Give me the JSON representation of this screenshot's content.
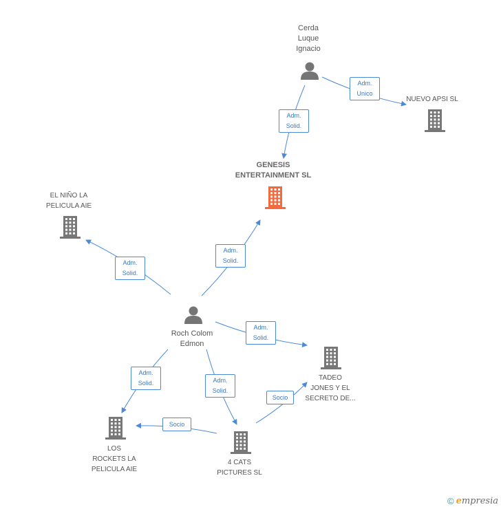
{
  "colors": {
    "edge": "#4a8ad6",
    "person": "#757575",
    "company": "#777777",
    "focus_company": "#f26a3d"
  },
  "nodes": [
    {
      "id": "cerda",
      "type": "person",
      "label": "Cerda\nLuque\nIgnacio"
    },
    {
      "id": "nuevo",
      "type": "company",
      "label": "NUEVO APSI SL"
    },
    {
      "id": "genesis",
      "type": "focus_company",
      "label": "GENESIS\nENTERTAINMENT SL"
    },
    {
      "id": "nino",
      "type": "company",
      "label": "EL NIÑO LA\nPELICULA AIE"
    },
    {
      "id": "roch",
      "type": "person",
      "label": "Roch Colom\nEdmon"
    },
    {
      "id": "tadeo",
      "type": "company",
      "label": "TADEO\nJONES Y EL\nSECRETO DE..."
    },
    {
      "id": "rockets",
      "type": "company",
      "label": "LOS\nROCKETS LA\nPELICULA AIE"
    },
    {
      "id": "cats",
      "type": "company",
      "label": "4 CATS\nPICTURES SL"
    }
  ],
  "edges": [
    {
      "from": "cerda",
      "to": "nuevo",
      "label": "Adm.\nUnico"
    },
    {
      "from": "cerda",
      "to": "genesis",
      "label": "Adm.\nSolid."
    },
    {
      "from": "roch",
      "to": "genesis",
      "label": "Adm.\nSolid."
    },
    {
      "from": "roch",
      "to": "nino",
      "label": "Adm.\nSolid."
    },
    {
      "from": "roch",
      "to": "tadeo",
      "label": "Adm.\nSolid."
    },
    {
      "from": "roch",
      "to": "rockets",
      "label": "Adm.\nSolid."
    },
    {
      "from": "roch",
      "to": "cats",
      "label": "Adm.\nSolid."
    },
    {
      "from": "cats",
      "to": "tadeo",
      "label": "Socio"
    },
    {
      "from": "cats",
      "to": "rockets",
      "label": "Socio"
    }
  ],
  "brand": {
    "copyright": "©",
    "name_initial": "e",
    "name_rest": "mpresia"
  }
}
